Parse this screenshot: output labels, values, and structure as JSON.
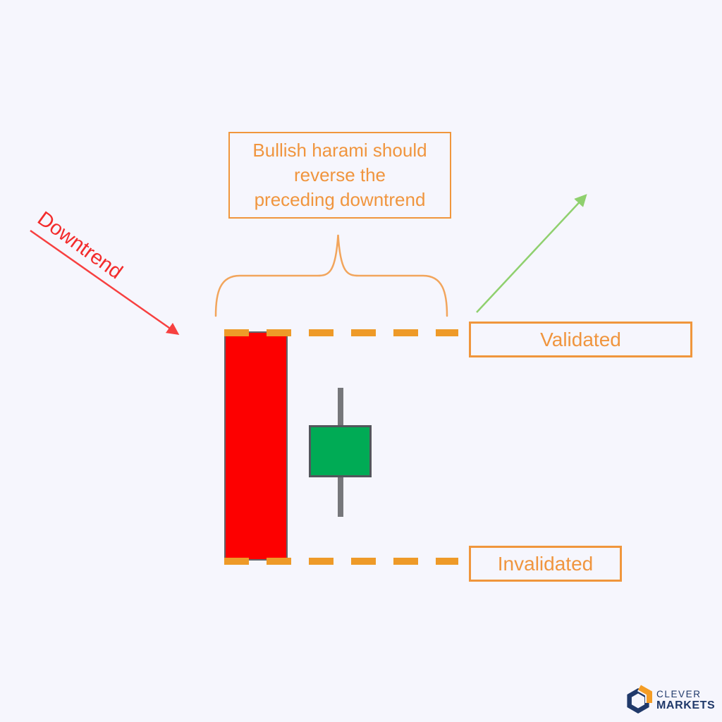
{
  "page": {
    "background": "#f6f6fd"
  },
  "annotation": {
    "lines": [
      "Bullish harami should",
      "reverse the",
      "preceding downtrend"
    ],
    "text": "Bullish harami should reverse the preceding downtrend",
    "color": "#f0953e",
    "border_color": "#f0963c"
  },
  "downtrend": {
    "label": "Downtrend",
    "text_color": "#f32b2b",
    "arrow_color": "#f74040"
  },
  "validated": {
    "label": "Validated",
    "arrow_color": "#8fd06e"
  },
  "invalidated": {
    "label": "Invalidated"
  },
  "logo": {
    "line1": "CLEVER",
    "line2": "MARKETS",
    "navy": "#20396a",
    "orange": "#f49d26"
  },
  "diagram": {
    "type": "candlestick-pattern",
    "pattern": "bullish-harami",
    "candles": [
      {
        "name": "large-bearish-candle",
        "direction": "bearish",
        "body_color": "#fd0000"
      },
      {
        "name": "small-bullish-inside-candle",
        "direction": "bullish",
        "body_color": "#00ab55",
        "wick_color": "#76777b"
      }
    ],
    "dashed_level_color": "#ee9a28",
    "brace_color": "#f2a55c",
    "levels": [
      "mother-candle-open (validation level)",
      "mother-candle-close (invalidation level)"
    ]
  }
}
